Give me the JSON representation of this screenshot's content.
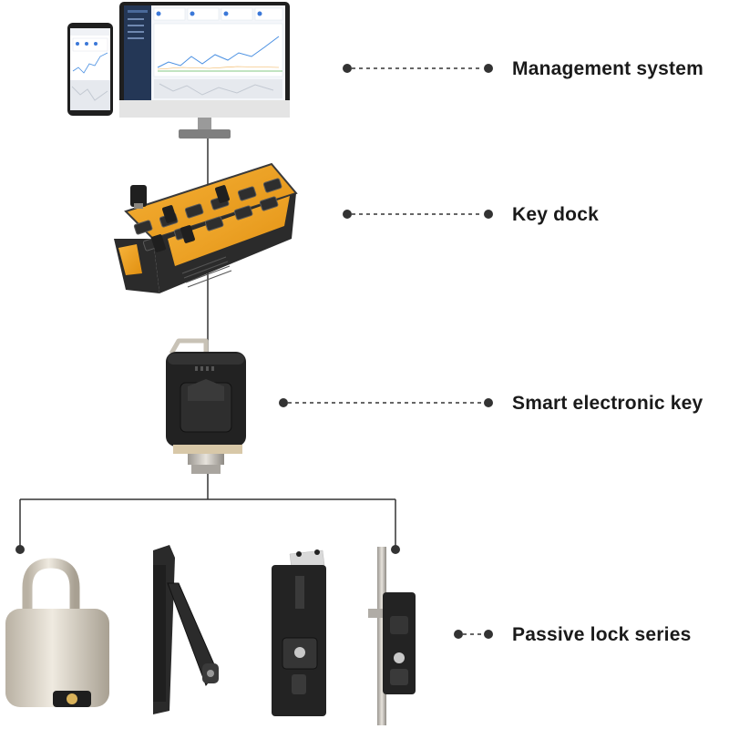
{
  "diagram": {
    "labels": {
      "management": "Management system",
      "dock": "Key dock",
      "key": "Smart electronic key",
      "locks": "Passive lock series"
    }
  },
  "icons": {
    "monitor": "monitor-icon",
    "phone": "smartphone-icon",
    "dock": "key-dock-icon",
    "key": "electronic-key-icon",
    "padlock": "padlock-icon",
    "handle": "swing-handle-lock-icon",
    "cabinet": "cabinet-lock-icon",
    "rod": "rod-lock-icon"
  },
  "colors": {
    "accent": "#f3a320",
    "dark": "#2b2b2b",
    "line": "#333333",
    "silver": "#d8d2c6"
  }
}
